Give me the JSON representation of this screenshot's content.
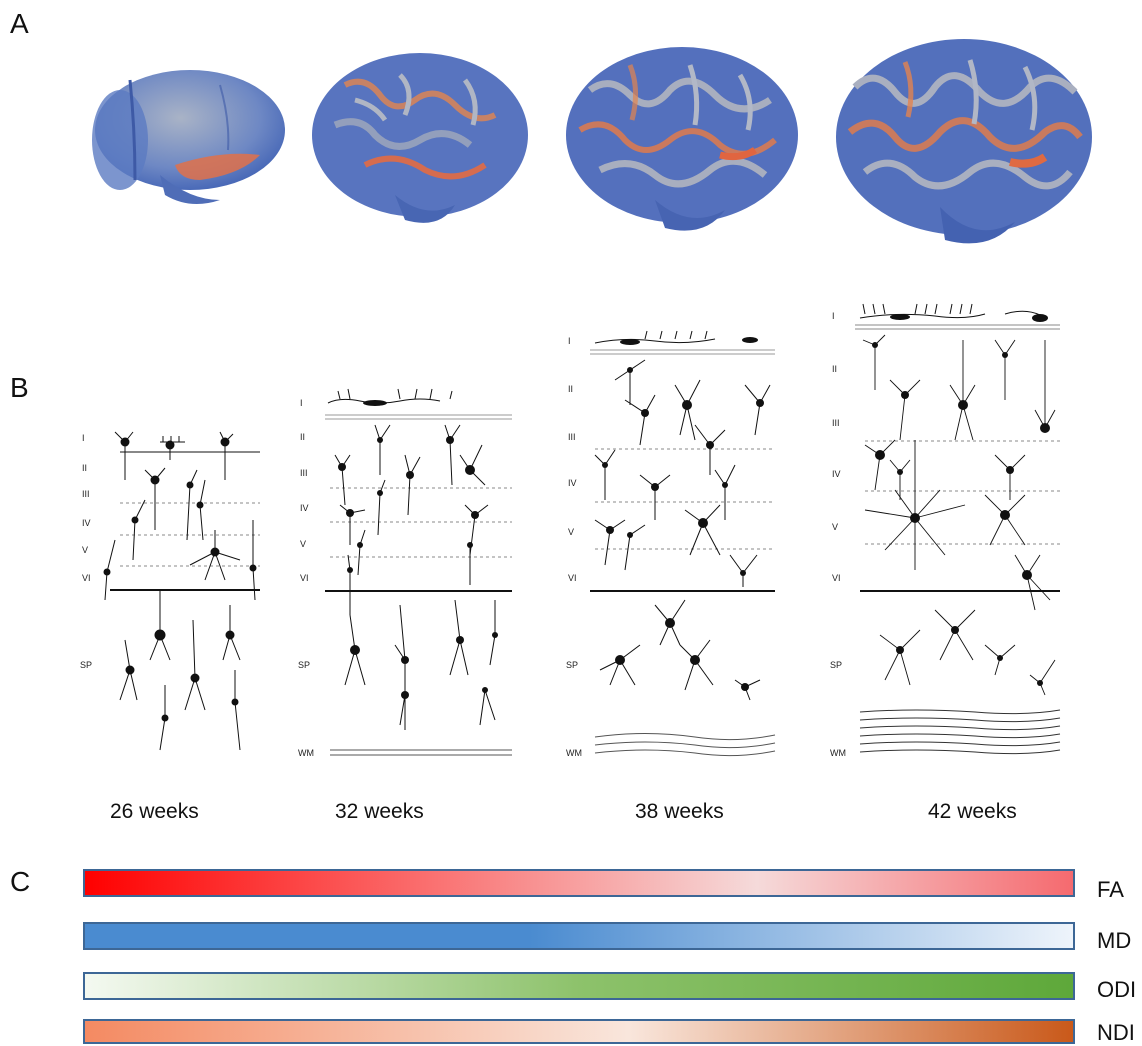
{
  "panels": {
    "a_label": "A",
    "b_label": "B",
    "c_label": "C"
  },
  "brains": [
    {
      "id": "brain-26",
      "description_icon": "brain-surface-icon"
    },
    {
      "id": "brain-32",
      "description_icon": "brain-surface-icon"
    },
    {
      "id": "brain-38",
      "description_icon": "brain-surface-icon"
    },
    {
      "id": "brain-42",
      "description_icon": "brain-surface-icon"
    }
  ],
  "columns": [
    {
      "week_label": "26 weeks",
      "layers": [
        "I",
        "II",
        "III",
        "IV",
        "V",
        "VI",
        "SP"
      ]
    },
    {
      "week_label": "32 weeks",
      "layers": [
        "I",
        "II",
        "III",
        "IV",
        "V",
        "VI",
        "SP",
        "WM"
      ]
    },
    {
      "week_label": "38 weeks",
      "layers": [
        "I",
        "II",
        "III",
        "IV",
        "V",
        "VI",
        "SP",
        "WM"
      ]
    },
    {
      "week_label": "42 weeks",
      "layers": [
        "I",
        "II",
        "III",
        "IV",
        "V",
        "VI",
        "SP",
        "WM"
      ]
    }
  ],
  "metric_bars": [
    {
      "label": "FA",
      "gradient": [
        "#ff0000",
        "#f5dada",
        "#f56a6f"
      ]
    },
    {
      "label": "MD",
      "gradient": [
        "#4a8bd0",
        "#4a8bd0",
        "#eef4fb"
      ]
    },
    {
      "label": "ODI",
      "gradient": [
        "#f4f9f1",
        "#8dc26b",
        "#5ea83a"
      ]
    },
    {
      "label": "NDI",
      "gradient": [
        "#f48a62",
        "#f9e6dc",
        "#c9591a"
      ]
    }
  ],
  "colors": {
    "brain_blue": "#4d6eb8",
    "brain_orange": "#e3734a",
    "bar_border": "#3d6796"
  }
}
